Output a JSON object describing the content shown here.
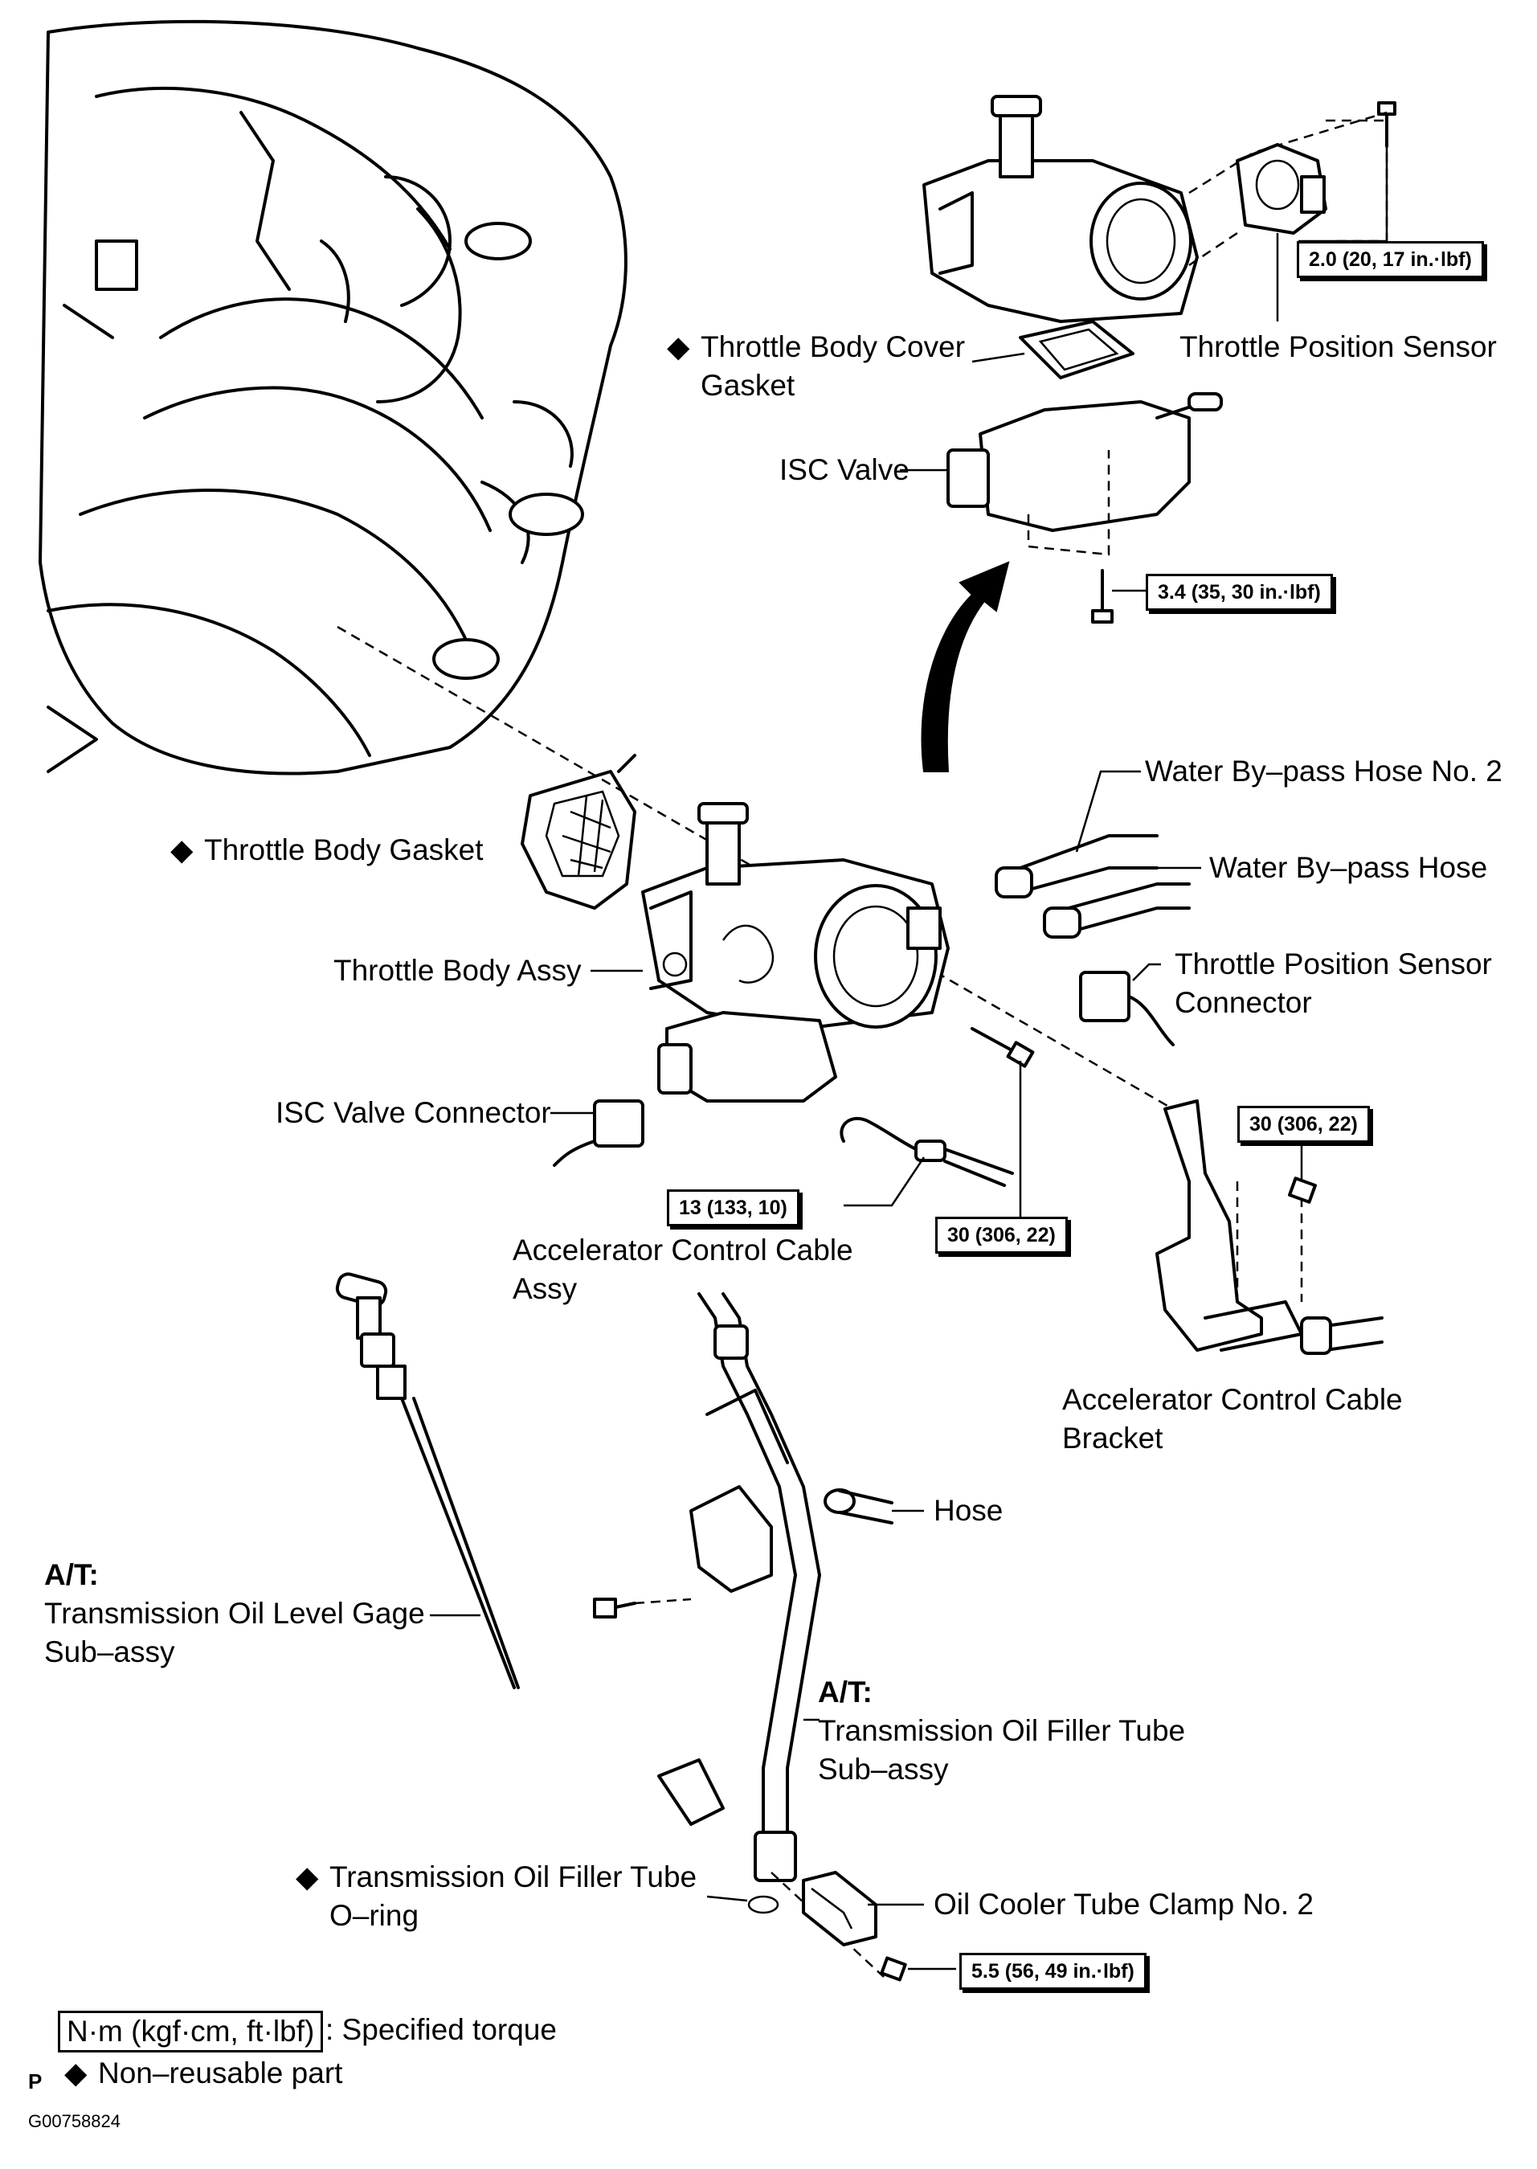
{
  "labels": {
    "throttle_body_cover_gasket": "Throttle Body Cover\nGasket",
    "throttle_position_sensor": "Throttle Position Sensor",
    "isc_valve": "ISC Valve",
    "water_bypass_hose_no2": "Water By–pass Hose No. 2",
    "water_bypass_hose": "Water By–pass Hose",
    "throttle_body_gasket": "Throttle Body Gasket",
    "throttle_position_sensor_connector": "Throttle Position Sensor\nConnector",
    "throttle_body_assy": "Throttle Body Assy",
    "isc_valve_connector": "ISC Valve Connector",
    "accelerator_control_cable_assy": "Accelerator Control Cable\nAssy",
    "accelerator_control_cable_bracket": "Accelerator Control Cable\nBracket",
    "hose": "Hose",
    "at_1": "A/T:",
    "trans_oil_level_gage": "Transmission Oil Level Gage\nSub–assy",
    "at_2": "A/T:",
    "trans_oil_filler_tube": "Transmission Oil Filler Tube\nSub–assy",
    "trans_oil_filler_tube_oring": "Transmission Oil Filler Tube\nO–ring",
    "oil_cooler_tube_clamp": "Oil Cooler Tube Clamp No. 2"
  },
  "torques": {
    "tps": "2.0 (20, 17 in.·lbf)",
    "isc": "3.4 (35, 30 in.·lbf)",
    "bracket_nut": "30 (306, 22)",
    "cable": "13 (133, 10)",
    "body_bolt": "30 (306, 22)",
    "clamp": "5.5 (56, 49 in.·lbf)"
  },
  "legend": {
    "torque_unit": "N·m (kgf·cm, ft·lbf)",
    "torque_text": ": Specified torque",
    "nonreusable_text": "Non–reusable part",
    "diamond_symbol": "◆"
  },
  "footer": {
    "page_letter": "P",
    "figure_id": "G00758824"
  }
}
